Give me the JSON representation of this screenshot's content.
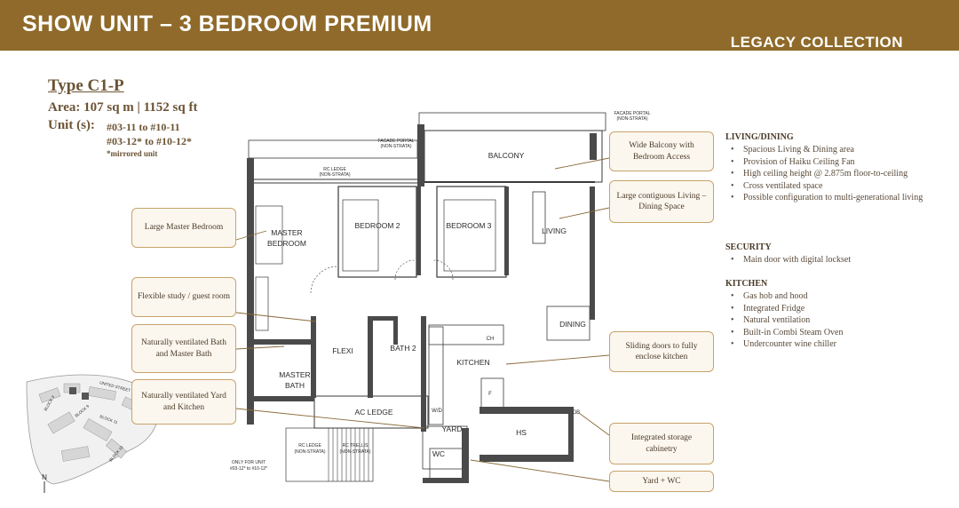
{
  "header": {
    "title": "SHOW UNIT – 3 BEDROOM PREMIUM",
    "collection": "LEGACY COLLECTION",
    "brand_color": "#8f6a2a"
  },
  "unit": {
    "type": "Type C1-P",
    "area": "Area: 107 sq m | 1152 sq ft",
    "units_label": "Unit (s):",
    "unit_line1": "#03-11 to #10-11",
    "unit_line2": "#03-12* to #10-12*",
    "mirrored_note": "*mirrored unit"
  },
  "callouts": {
    "master": "Large Master Bedroom",
    "study": "Flexible study / guest room",
    "bath": "Naturally ventilated Bath and Master Bath",
    "yard": "Naturally ventilated Yard and Kitchen",
    "balcony": "Wide Balcony with Bedroom Access",
    "living": "Large contiguous Living – Dining Space",
    "sliding": "Sliding doors to fully enclose kitchen",
    "storage": "Integrated storage cabinetry",
    "yardwc": "Yard + WC"
  },
  "rooms": {
    "balcony": "BALCONY",
    "master1": "MASTER",
    "master2": "BEDROOM",
    "bed2": "BEDROOM 2",
    "bed3": "BEDROOM 3",
    "living": "LIVING",
    "dining": "DINING",
    "flexi": "FLEXI",
    "bath2": "BATH 2",
    "kitchen": "KITCHEN",
    "mbath1": "MASTER",
    "mbath2": "BATH",
    "acledge": "AC LEDGE",
    "yard": "YARD",
    "hs": "HS",
    "wc": "WC",
    "ch": "CH",
    "wd": "W/D",
    "f": "F",
    "db": "DB"
  },
  "plan_notes": {
    "facade1a": "FACADE PORTAL",
    "facade1b": "(NON-STRATA)",
    "facade2a": "FACADE PORTAL",
    "facade2b": "(NON-STRATA)",
    "rc_top_a": "RC LEDGE",
    "rc_top_b": "(NON-STRATA)",
    "rc_bot_a": "RC LEDGE",
    "rc_bot_b": "(NON-STRATA)",
    "trellis_a": "RC TRELLIS",
    "trellis_b": "(NON-STRATA)",
    "only_a": "ONLY FOR UNIT",
    "only_b": "#03-12* to #10-12*"
  },
  "site_plan": {
    "north": "N",
    "road": "UNITED STREET",
    "block3": "BLOCK 3",
    "block9": "BLOCK 9",
    "block11": "BLOCK 11",
    "block10": "BLOCK 10"
  },
  "specs": {
    "living_title": "LIVING/DINING",
    "living_items": [
      "Spacious Living & Dining area",
      "Provision of Haiku Ceiling Fan",
      "High ceiling height @ 2.875m floor-to-ceiling",
      "Cross ventilated space",
      "Possible configuration to multi-generational living"
    ],
    "security_title": "SECURITY",
    "security_items": [
      "Main door with digital lockset"
    ],
    "kitchen_title": "KITCHEN",
    "kitchen_items": [
      "Gas hob and hood",
      "Integrated Fridge",
      "Natural ventilation",
      "Built-in Combi Steam Oven",
      "Undercounter wine chiller"
    ]
  }
}
